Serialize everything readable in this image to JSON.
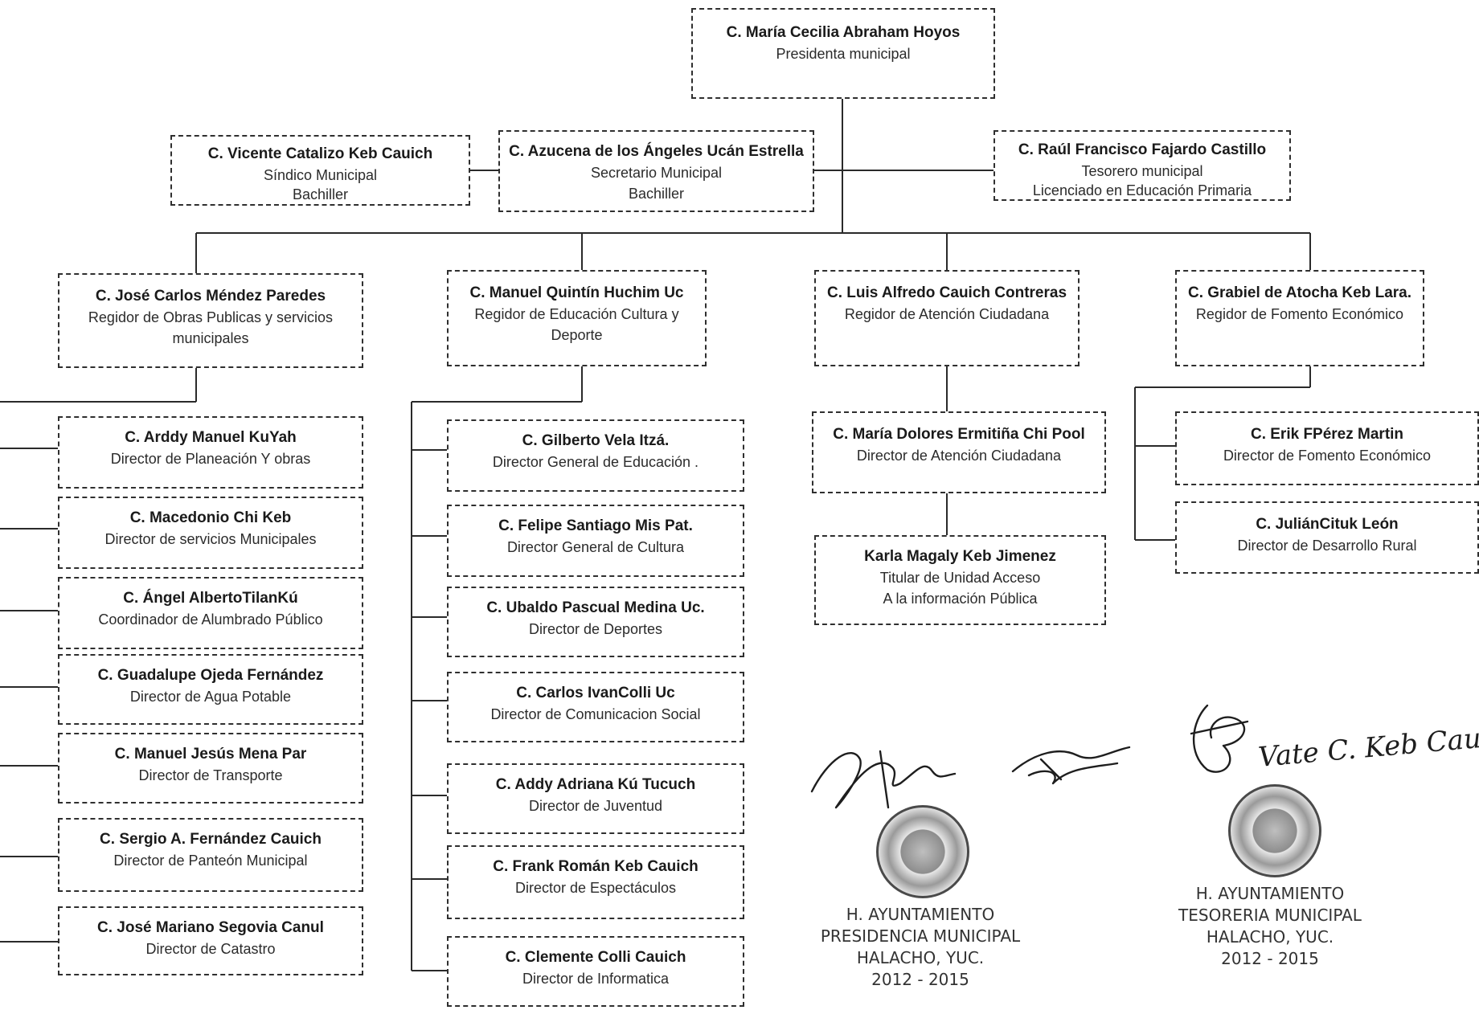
{
  "org": {
    "president": {
      "name": "C. María Cecilia Abraham Hoyos",
      "role": "Presidenta municipal"
    },
    "sindico": {
      "name": "C. Vicente Catalizo Keb Cauich",
      "role": "Síndico Municipal",
      "extra": "Bachiller"
    },
    "secretario": {
      "name": "C. Azucena de los Ángeles Ucán Estrella",
      "role": "Secretario Municipal",
      "extra": "Bachiller"
    },
    "tesorero": {
      "name": "C. Raúl Francisco Fajardo Castillo",
      "role": "Tesorero municipal",
      "extra": "Licenciado en Educación Primaria"
    },
    "regidores": [
      {
        "name": "C. José Carlos Méndez Paredes",
        "role": "Regidor de Obras Publicas y servicios municipales"
      },
      {
        "name": "C. Manuel Quintín Huchim Uc",
        "role": "Regidor de Educación Cultura y Deporte"
      },
      {
        "name": "C. Luis Alfredo Cauich Contreras",
        "role": "Regidor de Atención Ciudadana"
      },
      {
        "name": "C. Grabiel de Atocha Keb Lara.",
        "role": "Regidor de Fomento Económico"
      }
    ],
    "obras_units": [
      {
        "name": "C. Arddy Manuel KuYah",
        "role": "Director de Planeación Y obras"
      },
      {
        "name": "C. Macedonio Chi Keb",
        "role": "Director de servicios Municipales"
      },
      {
        "name": "C. Ángel AlbertoTilanKú",
        "role": "Coordinador de Alumbrado Público"
      },
      {
        "name": "C. Guadalupe Ojeda Fernández",
        "role": "Director de Agua Potable"
      },
      {
        "name": "C. Manuel Jesús Mena Par",
        "role": "Director de Transporte"
      },
      {
        "name": "C. Sergio A. Fernández Cauich",
        "role": "Director de Panteón Municipal"
      },
      {
        "name": "C. José Mariano Segovia Canul",
        "role": "Director de Catastro"
      }
    ],
    "educacion_units": [
      {
        "name": "C. Gilberto Vela Itzá.",
        "role": "Director General de Educación ."
      },
      {
        "name": "C. Felipe Santiago Mis Pat.",
        "role": "Director General de Cultura"
      },
      {
        "name": "C. Ubaldo Pascual Medina Uc.",
        "role": "Director de Deportes"
      },
      {
        "name": "C. Carlos IvanColli Uc",
        "role": "Director de Comunicacion Social"
      },
      {
        "name": "C. Addy Adriana Kú Tucuch",
        "role": "Director de Juventud"
      },
      {
        "name": "C. Frank Román Keb Cauich",
        "role": "Director de Espectáculos"
      },
      {
        "name": "C. Clemente Colli Cauich",
        "role": "Director de Informatica"
      }
    ],
    "atencion_units": [
      {
        "name": "C. María Dolores Ermitiña Chi Pool",
        "role": "Director de Atención Ciudadana"
      },
      {
        "name": "Karla Magaly Keb Jimenez",
        "role": "Titular de Unidad Acceso",
        "extra": "A la información Pública"
      }
    ],
    "fomento_units": [
      {
        "name": "C. Erik FPérez Martin",
        "role": "Director de Fomento Económico"
      },
      {
        "name": "C. JuliánCituk León",
        "role": "Director de Desarrollo Rural"
      }
    ]
  },
  "seals": {
    "presidencia": {
      "lines": [
        "H. AYUNTAMIENTO",
        "PRESIDENCIA MUNICIPAL",
        "HALACHO, YUC.",
        "2012 - 2015"
      ]
    },
    "tesoreria": {
      "lines": [
        "H. AYUNTAMIENTO",
        "TESORERIA MUNICIPAL",
        "HALACHO, YUC.",
        "2012 - 2015"
      ]
    }
  },
  "signatures": {
    "fourth_text": "Vate C. Keb Cauh"
  },
  "colors": {
    "ink": "#2f2f2f",
    "background": "#ffffff"
  }
}
